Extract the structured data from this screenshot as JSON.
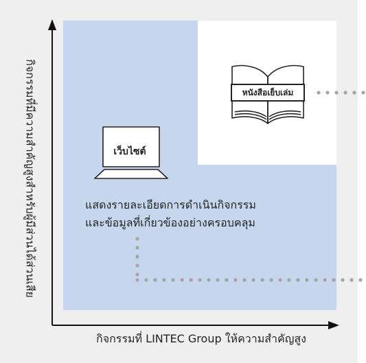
{
  "diagram": {
    "book_label": "หนังสือเย็บเล่ม",
    "website_label": "เว็บไซต์",
    "description_lines": [
      "แสดงรายละเอียดการดำเนินกิจกรรม",
      "และข้อมูลที่เกี่ยวข้องอย่างครอบคลุม"
    ],
    "y_axis_label": "กิจกรรมที่มีความสำคัญสูงสำหรับผู้มีส่วนได้ส่วนเสีย",
    "x_axis_label": "กิจกรรมที่ LINTEC Group ให้ความสำคัญสูง"
  },
  "colors": {
    "page_bg": "#efefef",
    "region_blue": "#c6d6ec",
    "inset_white": "#ffffff",
    "axis": "#111111",
    "dots": "#a5a5a5"
  }
}
